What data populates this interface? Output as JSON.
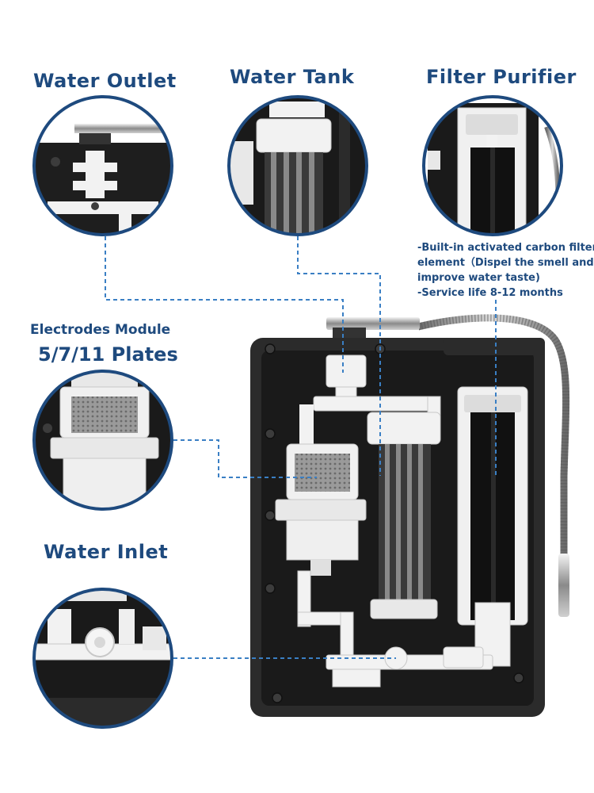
{
  "labels": {
    "water_outlet": "Water Outlet",
    "water_tank": "Water Tank",
    "filter_purifier": "Filter Purifier",
    "electrodes_module": "Electrodes Module",
    "electrodes_plates": "5/7/11 Plates",
    "water_inlet": "Water Inlet"
  },
  "filter_description": {
    "line1": "-Built-in activated carbon filter",
    "line2": "element（Dispel the smell and",
    "line3": "improve water taste)",
    "line4": "-Service life 8-12 months"
  },
  "colors": {
    "label_blue": "#1e4a7e",
    "circle_border": "#1e4a7e",
    "leader_line": "#3a7fc4",
    "device_body": "#2b2b2b",
    "device_inner": "#1a1a1a",
    "components": "#f2f2f2"
  },
  "icons": {
    "faucet": "faucet-icon",
    "hose": "stainless-hose-icon"
  }
}
